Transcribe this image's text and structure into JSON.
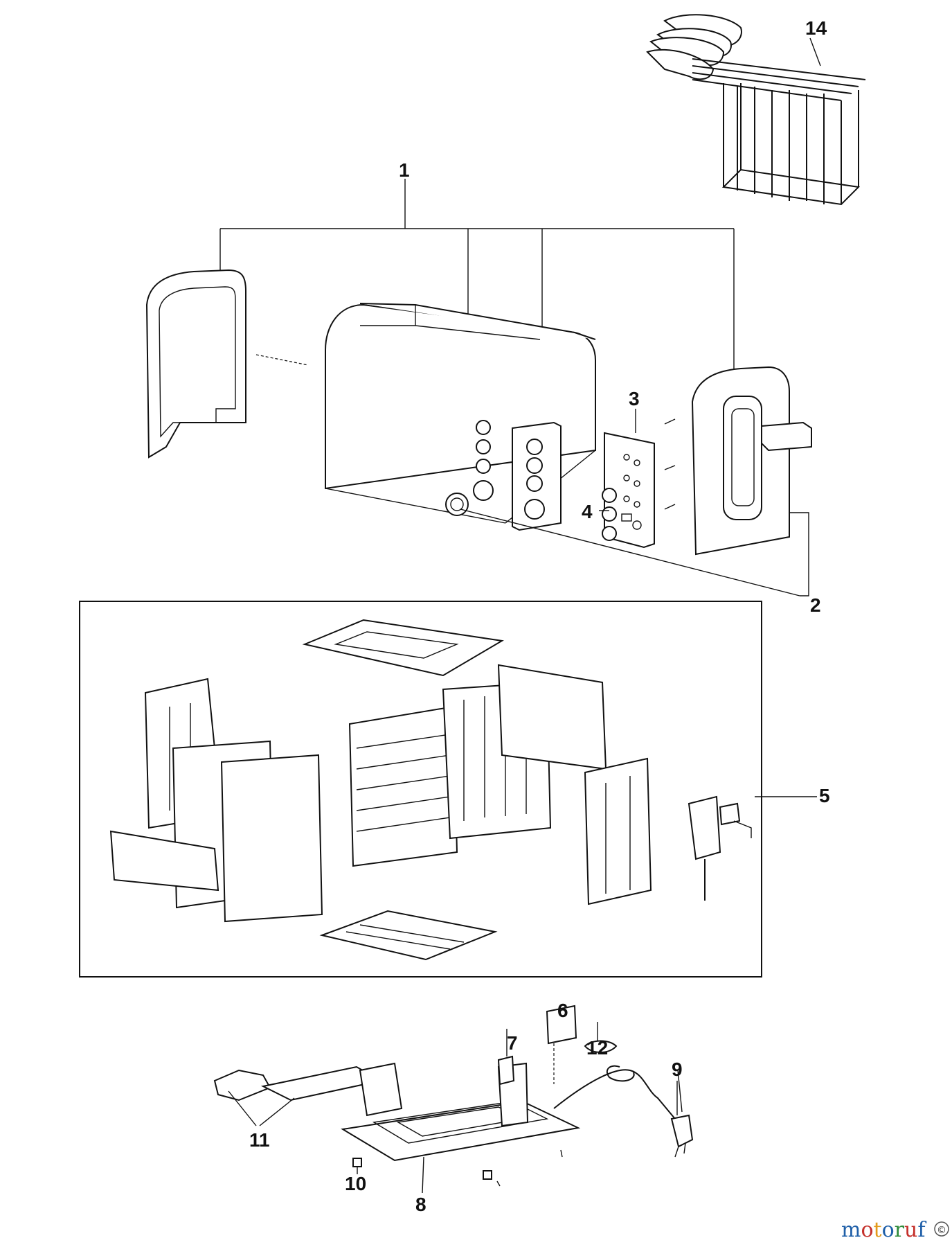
{
  "callouts": {
    "c1": "1",
    "c2": "2",
    "c3": "3",
    "c4": "4",
    "c5": "5",
    "c6": "6",
    "c7": "7",
    "c8": "8",
    "c9": "9",
    "c10": "10",
    "c11": "11",
    "c12": "12",
    "c14": "14"
  },
  "watermark": {
    "parts": [
      {
        "text": "m",
        "color": "#1f5fa8"
      },
      {
        "text": "o",
        "color": "#c4302b"
      },
      {
        "text": "t",
        "color": "#e39b1b"
      },
      {
        "text": "o",
        "color": "#1f5fa8"
      },
      {
        "text": "r",
        "color": "#2e8b3a"
      },
      {
        "text": "u",
        "color": "#c4302b"
      },
      {
        "text": "f",
        "color": "#1f5fa8"
      }
    ],
    "badge": "©"
  }
}
